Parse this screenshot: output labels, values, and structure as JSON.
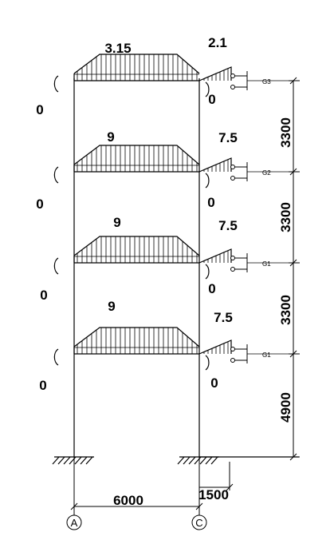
{
  "floors": [
    {
      "id": "roof",
      "load_left": "3.15",
      "load_right": "2.1",
      "moment_left": "0",
      "moment_right": "0",
      "tag": "G3"
    },
    {
      "id": "floor3",
      "load_left": "9",
      "load_right": "7.5",
      "moment_left": "0",
      "moment_right": "0",
      "tag": "G2"
    },
    {
      "id": "floor2",
      "load_left": "9",
      "load_right": "7.5",
      "moment_left": "0",
      "moment_right": "0",
      "tag": "G1"
    },
    {
      "id": "floor1",
      "load_left": "9",
      "load_right": "7.5",
      "moment_left": "0",
      "moment_right": "0",
      "tag": "G1"
    }
  ],
  "storey_heights": [
    "3300",
    "3300",
    "3300",
    "4900"
  ],
  "span": "6000",
  "overhang": "1500",
  "axes": [
    "A",
    "C"
  ]
}
